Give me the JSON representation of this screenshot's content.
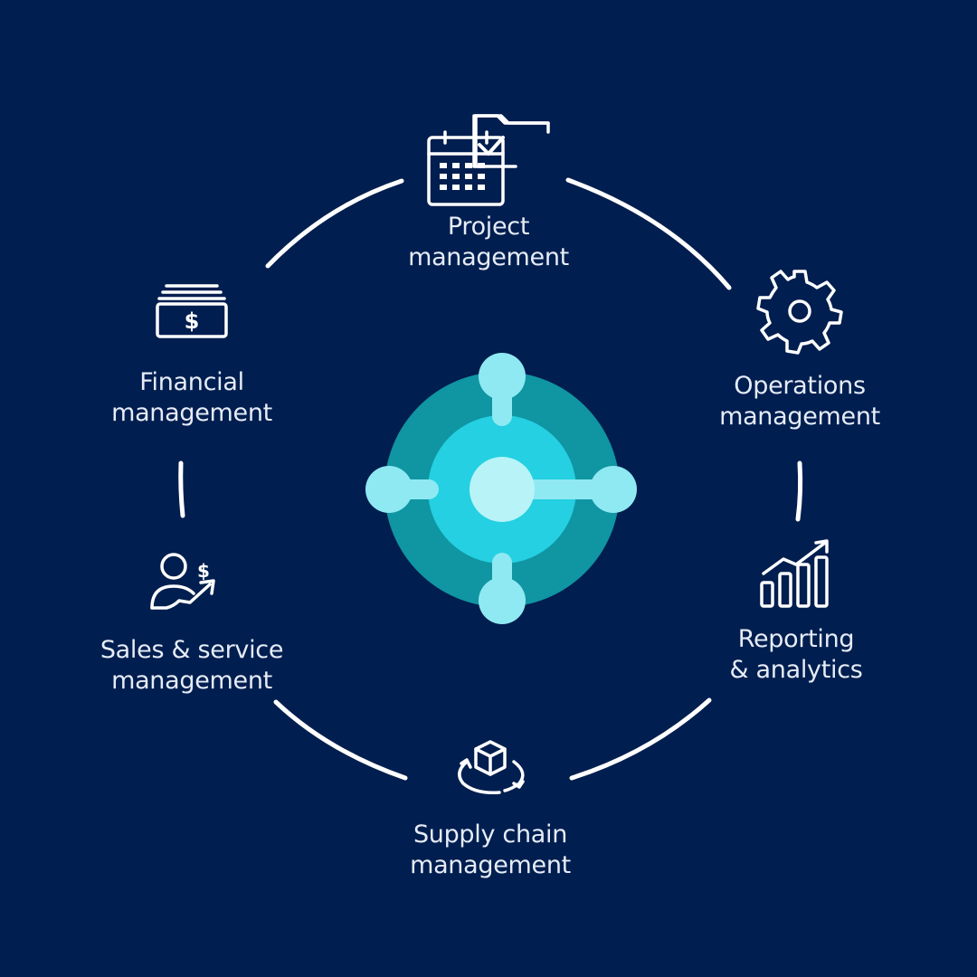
{
  "modules": [
    {
      "id": "project",
      "icon": "folder-calendar-icon",
      "lines": [
        "Project",
        "management"
      ]
    },
    {
      "id": "operations",
      "icon": "gear-icon",
      "lines": [
        "Operations",
        "management"
      ]
    },
    {
      "id": "reporting",
      "icon": "bar-chart-trend-icon",
      "lines": [
        "Reporting",
        "& analytics"
      ]
    },
    {
      "id": "supply",
      "icon": "box-cycle-icon",
      "lines": [
        "Supply chain",
        "management"
      ]
    },
    {
      "id": "sales",
      "icon": "person-dollar-growth-icon",
      "lines": [
        "Sales & service",
        "management"
      ]
    },
    {
      "id": "financial",
      "icon": "cash-stack-icon",
      "lines": [
        "Financial",
        "management"
      ]
    }
  ],
  "center_logo": {
    "icon": "business-central-logo-icon"
  },
  "colors": {
    "background": "#001e4f",
    "ring": "#ffffff",
    "text": "#e6ecf7",
    "logo_outer": "#12a2ad",
    "logo_inner": "#1fc8da",
    "logo_nodes": "#8fe9f2"
  }
}
